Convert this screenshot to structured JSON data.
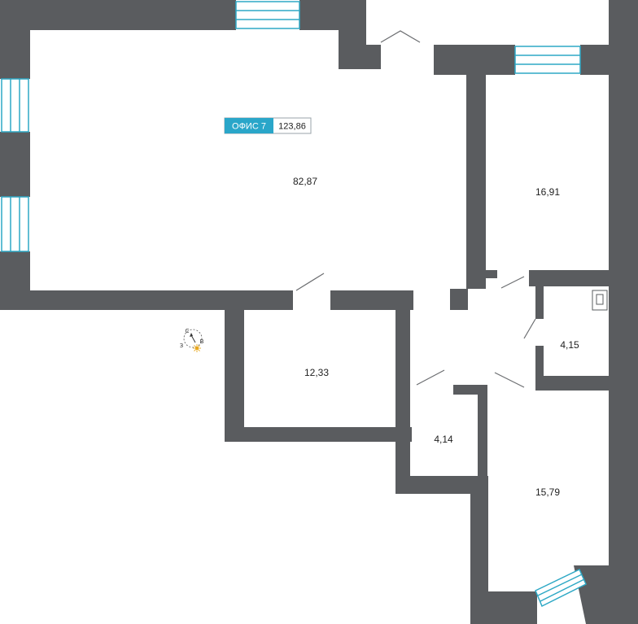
{
  "badge": {
    "name": "ОФИС 7",
    "total_area": "123,86"
  },
  "rooms": {
    "main_hall": "82,87",
    "right_office": "16,91",
    "bathroom": "4,15",
    "middle_office": "12,33",
    "small_storage": "4,14",
    "lower_office": "15,79"
  },
  "compass": {
    "north": "С",
    "east": "В",
    "west": "З"
  },
  "colors": {
    "wall": "#5a5c5f",
    "window": "#2ea8c5",
    "badge_fill": "#2aa6c9",
    "badge_border": "#9aa3a8",
    "sun": "#e8a71c"
  }
}
